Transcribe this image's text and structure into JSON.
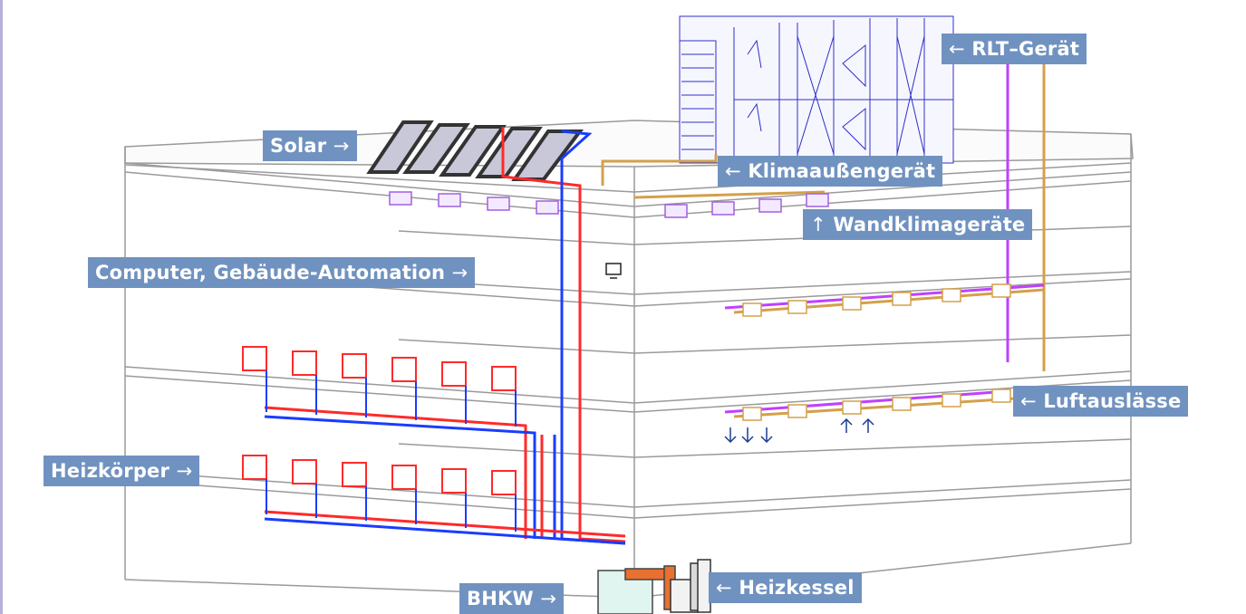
{
  "labels": {
    "solar": "Solar",
    "rlt": "RLT–Gerät",
    "klima_aussen": "Klimaaußengerät",
    "wandklima": "Wandklimageräte",
    "computer": "Computer, Gebäude-Automation",
    "luftauslaesse": "Luftauslässe",
    "heizkoerper": "Heizkörper",
    "bhkw": "BHKW",
    "heizkessel": "Heizkessel"
  },
  "arrows": {
    "right": "→",
    "left": "←",
    "up": "↑"
  },
  "colors": {
    "label_bg": "#7092c0",
    "heating_flow": "#ff2a2a",
    "heating_return": "#1a3cff",
    "air_supply": "#c88cff",
    "air_duct": "#d4a04a",
    "structure": "#a8a8a8"
  }
}
